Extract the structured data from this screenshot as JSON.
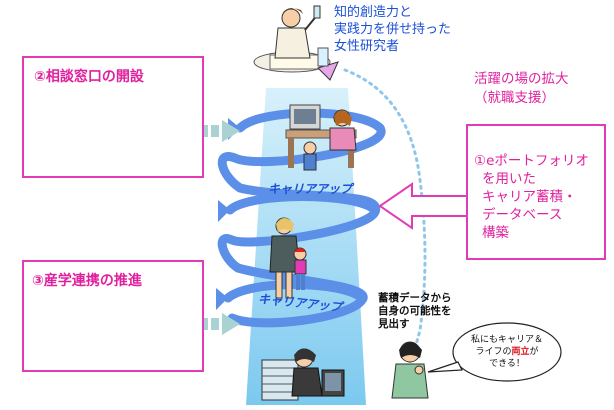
{
  "labels": {
    "researcher": [
      "知的創造力と",
      "実践力を併せ持った",
      "女性研究者"
    ],
    "expansion": [
      "活躍の場の拡大",
      "（就職支援）"
    ],
    "eportfolio": [
      "①eポートフォリオ",
      "を用いた",
      "キャリア蓄積・",
      "データベース",
      "構築"
    ],
    "consultation": "②相談窓口の開設",
    "industry": "③産学連携の推進",
    "career_up_1": "キャリアアップ",
    "career_up_2": "キャリアアップ",
    "data_note": [
      "蓄積データから",
      "自身の可能性を",
      "見出す"
    ],
    "bubble_pre": "私にもキャリア＆",
    "bubble_mid_a": "ライフの",
    "bubble_highlight": "両立",
    "bubble_mid_b": "が",
    "bubble_post": "できる！"
  },
  "colors": {
    "accent_pink": "#e0219e",
    "text_blue": "#1a4fd6",
    "spiral_blue": "#5b8fe8",
    "beam_blue": "#9fd8f4",
    "arrow_teal": "#a9d3d3",
    "highlight_red": "#e0101a"
  }
}
